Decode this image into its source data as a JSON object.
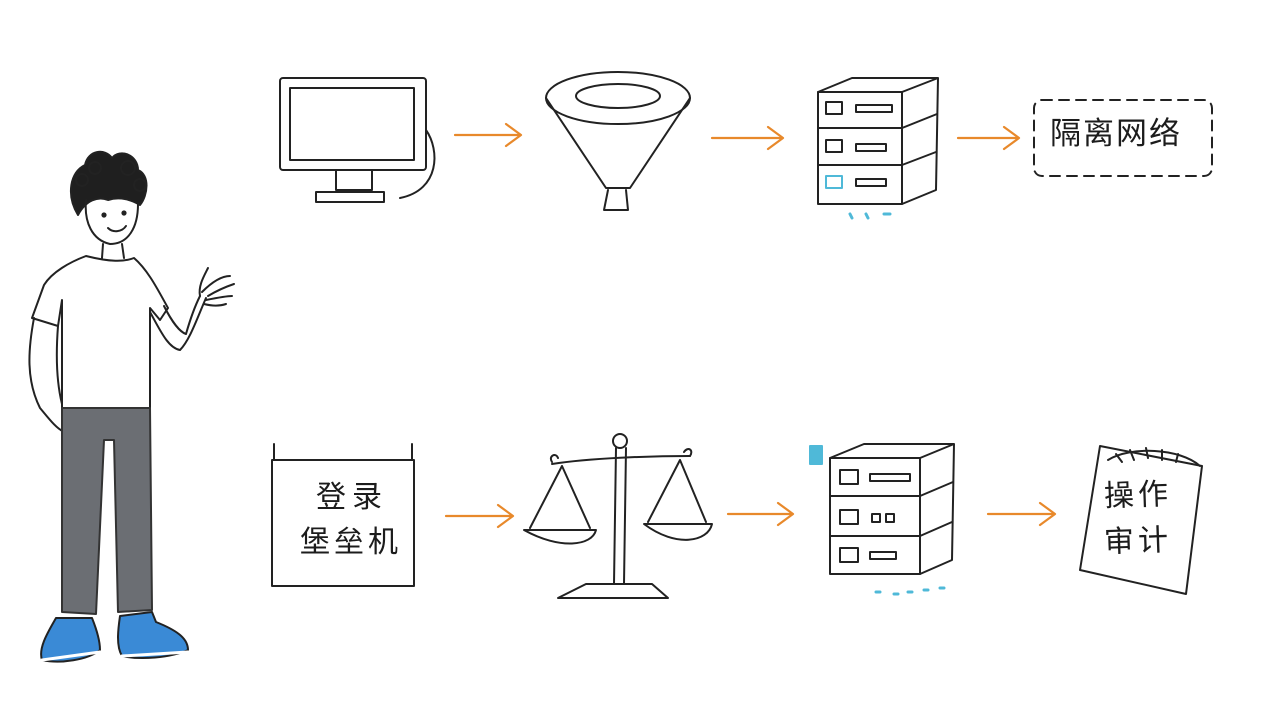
{
  "nodes": {
    "isolated_network": "隔离网络",
    "login_bastion_line1": "登录",
    "login_bastion_line2": "堡垒机",
    "operation_audit_line1": "操作",
    "operation_audit_line2": "审计"
  },
  "colors": {
    "ink": "#222222",
    "arrow": "#e8892b",
    "shoe_blue": "#3a8ad6",
    "pants_grey": "#6b6e73",
    "accent_cyan": "#4fb9d8"
  },
  "icons": {
    "top_row": [
      "computer-monitor-icon",
      "funnel-icon",
      "server-rack-icon"
    ],
    "bottom_row": [
      "balance-scale-icon",
      "server-rack-icon",
      "document-icon"
    ]
  }
}
